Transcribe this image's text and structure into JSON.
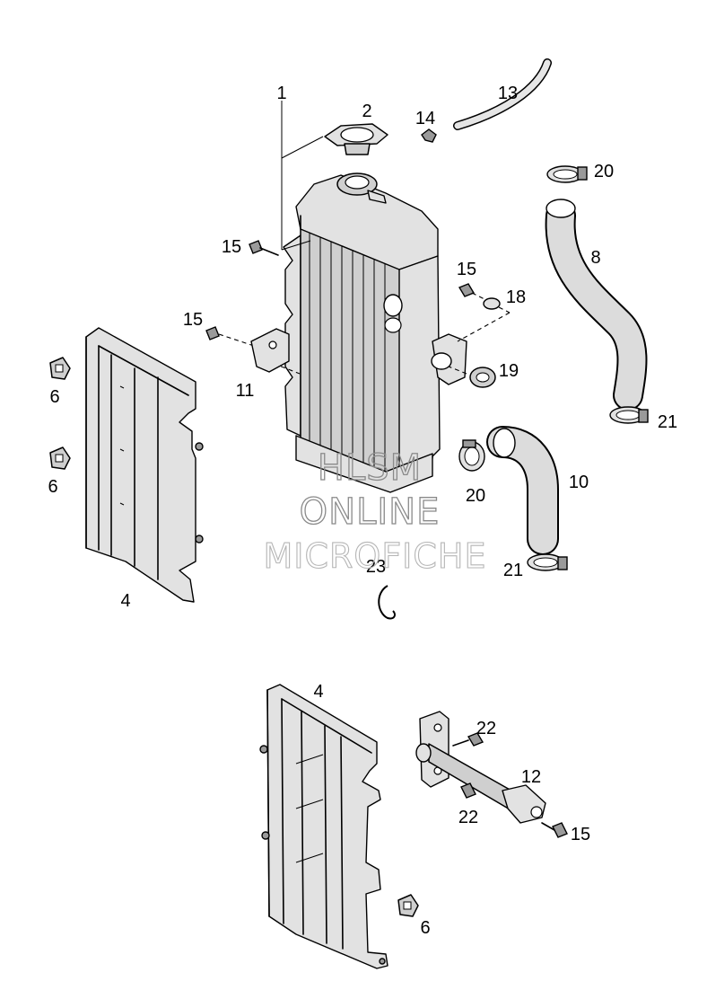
{
  "diagram": {
    "labels": {
      "p1": "1",
      "p2": "2",
      "p4a": "4",
      "p4b": "4",
      "p6a": "6",
      "p6b": "6",
      "p6c": "6",
      "p8": "8",
      "p10": "10",
      "p11": "11",
      "p12": "12",
      "p13": "13",
      "p14": "14",
      "p15a": "15",
      "p15b": "15",
      "p15c": "15",
      "p15d": "15",
      "p18": "18",
      "p19": "19",
      "p20a": "20",
      "p20b": "20",
      "p21a": "21",
      "p21b": "21",
      "p22a": "22",
      "p22b": "22",
      "p23": "23"
    },
    "watermark": {
      "line1": "HLSM",
      "line2": "ONLINE",
      "line3": "MICROFICHE"
    }
  }
}
